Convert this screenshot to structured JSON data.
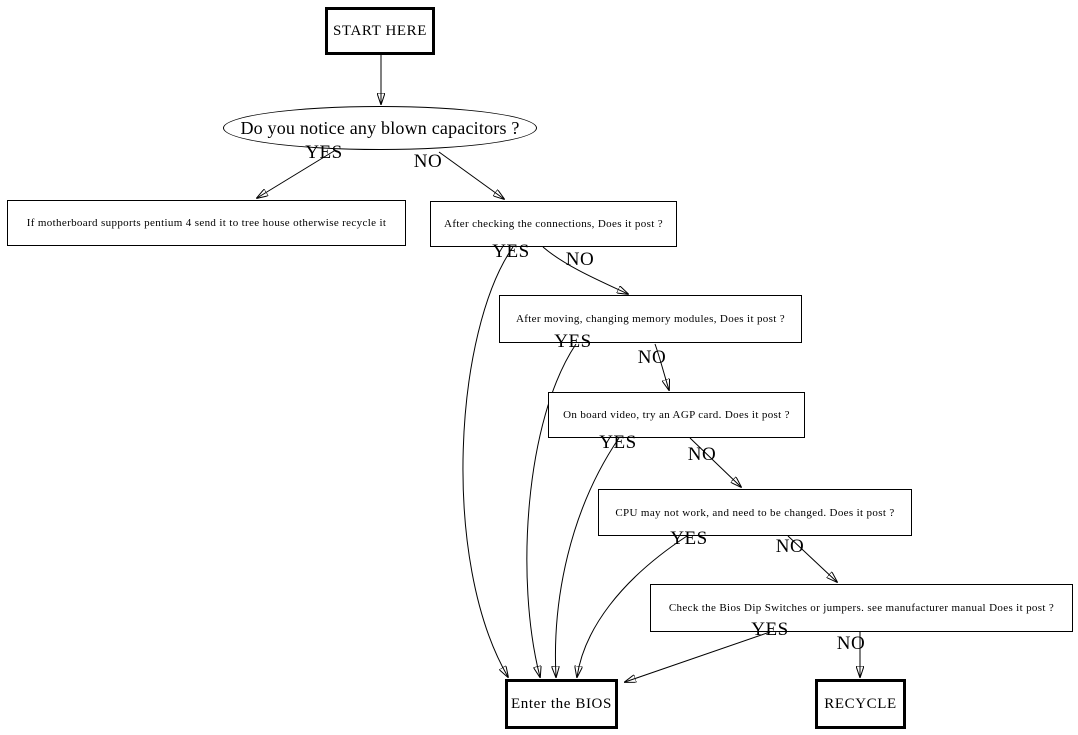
{
  "diagram": {
    "type": "flowchart",
    "topic": "Motherboard troubleshooting flowchart",
    "colors": {
      "line": "#000000",
      "background": "#ffffff",
      "text": "#000000"
    },
    "nodes": [
      {
        "id": "start",
        "shape": "rect-bold",
        "label": "START HERE"
      },
      {
        "id": "capacitors",
        "shape": "ellipse",
        "label": "Do you notice any blown capacitors ?"
      },
      {
        "id": "pentium",
        "shape": "rect",
        "label": "If motherboard supports pentium 4 send it to tree house otherwise recycle it"
      },
      {
        "id": "connections",
        "shape": "rect",
        "label": "After checking the connections, Does it post ?"
      },
      {
        "id": "memory",
        "shape": "rect",
        "label": "After moving, changing memory modules, Does it post ?"
      },
      {
        "id": "video",
        "shape": "rect",
        "label": "On board video, try an AGP card. Does it post ?"
      },
      {
        "id": "cpu",
        "shape": "rect",
        "label": "CPU may not work, and need to be changed. Does it post ?"
      },
      {
        "id": "dip",
        "shape": "rect",
        "label": "Check the Bios Dip Switches or jumpers. see manufacturer manual Does it post ?"
      },
      {
        "id": "bios",
        "shape": "rect-bold",
        "label": "Enter the BIOS"
      },
      {
        "id": "recycle",
        "shape": "rect-bold",
        "label": "RECYCLE"
      }
    ],
    "edges": [
      {
        "from": "start",
        "to": "capacitors",
        "label": ""
      },
      {
        "from": "capacitors",
        "to": "pentium",
        "label": "YES"
      },
      {
        "from": "capacitors",
        "to": "connections",
        "label": "NO"
      },
      {
        "from": "connections",
        "to": "memory",
        "label": "NO"
      },
      {
        "from": "memory",
        "to": "video",
        "label": "NO"
      },
      {
        "from": "video",
        "to": "cpu",
        "label": "NO"
      },
      {
        "from": "cpu",
        "to": "dip",
        "label": "NO"
      },
      {
        "from": "dip",
        "to": "recycle",
        "label": "NO"
      },
      {
        "from": "connections",
        "to": "bios",
        "label": "YES"
      },
      {
        "from": "memory",
        "to": "bios",
        "label": "YES"
      },
      {
        "from": "video",
        "to": "bios",
        "label": "YES"
      },
      {
        "from": "cpu",
        "to": "bios",
        "label": "YES"
      },
      {
        "from": "dip",
        "to": "bios",
        "label": "YES"
      }
    ]
  }
}
